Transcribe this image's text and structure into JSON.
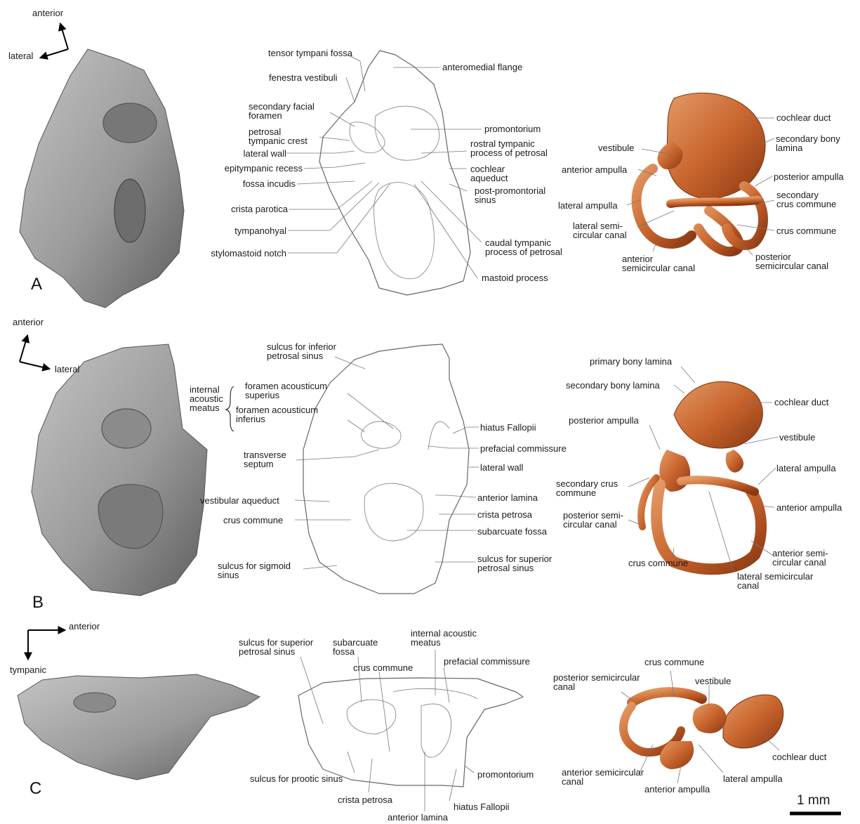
{
  "colors": {
    "bone_light": "#a8a8a8",
    "bone_dark": "#5e5e5e",
    "labyrinth_light": "#d8804a",
    "labyrinth_dark": "#8a3812",
    "line": "#777777"
  },
  "panels": [
    {
      "letter": "A",
      "compass": [
        "anterior",
        "lateral"
      ],
      "labels": [
        "tensor tympani fossa",
        "fenestra vestibuli",
        "secondary facial\nforamen",
        "petrosal\ntympanic crest",
        "lateral wall",
        "epitympanic recess",
        "fossa incudis",
        "crista parotica",
        "tympanohyal",
        "stylomastoid notch",
        "anteromedial flange",
        "promontorium",
        "rostral tympanic\nprocess of petrosal",
        "cochlear\naqueduct",
        "post-promontorial\nsinus",
        "caudal tympanic\nprocess of petrosal",
        "mastoid process",
        "vestibule",
        "anterior ampulla",
        "lateral ampulla",
        "lateral semi-\ncircular canal",
        "anterior\nsemicircular canal",
        "cochlear duct",
        "secondary bony\nlamina",
        "posterior ampulla",
        "secondary\ncrus commune",
        "crus commune",
        "posterior\nsemicircular canal"
      ]
    },
    {
      "letter": "B",
      "compass": [
        "anterior",
        "lateral"
      ],
      "labels": [
        "sulcus for inferior\npetrosal sinus",
        "internal\nacoustic\nmeatus",
        "foramen acousticum\nsuperius",
        "foramen acousticum\ninferius",
        "transverse\nseptum",
        "vestibular aqueduct",
        "crus commune",
        "sulcus for sigmoid\nsinus",
        "hiatus Fallopii",
        "prefacial commissure",
        "lateral wall",
        "anterior lamina",
        "crista petrosa",
        "subarcuate fossa",
        "sulcus for superior\npetrosal sinus",
        "primary bony lamina",
        "secondary bony lamina",
        "cochlear duct",
        "posterior ampulla",
        "vestibule",
        "lateral ampulla",
        "secondary crus\ncommune",
        "posterior semi-\ncircular canal",
        "anterior ampulla",
        "crus commune",
        "anterior semi-\ncircular canal",
        "lateral semicircular\ncanal"
      ]
    },
    {
      "letter": "C",
      "compass": [
        "anterior",
        "tympanic"
      ],
      "labels": [
        "sulcus for superior\npetrosal sinus",
        "subarcuate\nfossa",
        "crus commune",
        "internal acoustic\nmeatus",
        "prefacial commissure",
        "sulcus for prootic sinus",
        "crista petrosa",
        "anterior lamina",
        "hiatus Fallopii",
        "promontorium",
        "crus commune",
        "posterior semicircular\ncanal",
        "vestibule",
        "cochlear duct",
        "anterior semicircular\ncanal",
        "anterior ampulla",
        "lateral ampulla"
      ]
    }
  ],
  "scale_bar": "1 mm"
}
